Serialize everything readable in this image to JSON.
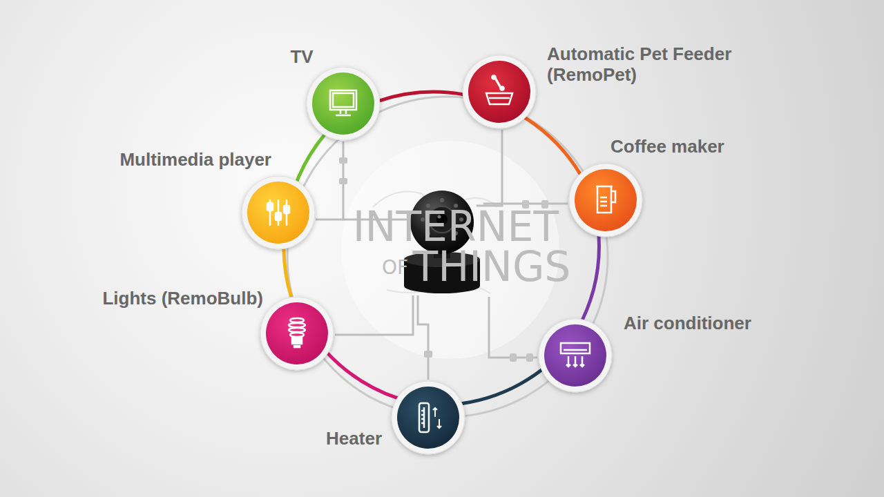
{
  "diagram": {
    "nodes": [
      {
        "text": [
          "TV"
        ]
      },
      {
        "text": [
          "Automatic Pet Feeder (RemoPet)"
        ]
      },
      {
        "text": [
          "Coffee maker"
        ]
      },
      {
        "text": [
          "Air conditioner"
        ]
      },
      {
        "text": [
          "Heater"
        ]
      },
      {
        "text": [
          "Lights (RemoBulb)"
        ]
      },
      {
        "text": [
          "Multimedia player"
        ]
      }
    ],
    "edges": [
      {
        "from": 0,
        "to": 1,
        "arrow": "none"
      },
      {
        "from": 1,
        "to": 2,
        "arrow": "none"
      },
      {
        "from": 2,
        "to": 3,
        "arrow": "none"
      },
      {
        "from": 3,
        "to": 4,
        "arrow": "none"
      },
      {
        "from": 4,
        "to": 5,
        "arrow": "none"
      },
      {
        "from": 5,
        "to": 6,
        "arrow": "none"
      },
      {
        "from": 6,
        "to": 0,
        "arrow": "none"
      }
    ],
    "labels": [
      "INTERNET",
      "OF",
      "THINGS"
    ]
  }
}
